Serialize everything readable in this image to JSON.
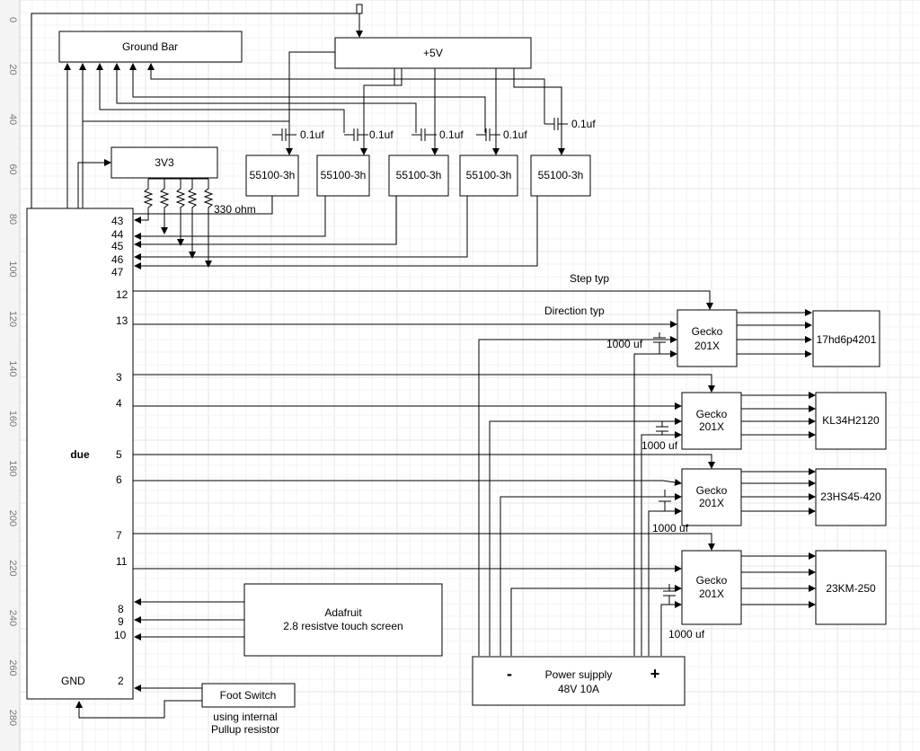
{
  "ruler": {
    "ticks": [
      "0",
      "20",
      "40",
      "60",
      "80",
      "100",
      "120",
      "140",
      "160",
      "180",
      "200",
      "220",
      "240",
      "260",
      "280"
    ]
  },
  "blocks": {
    "ground_bar": "Ground Bar",
    "plus5v": "+5V",
    "v3v3": "3V3",
    "due": "due",
    "due_gnd": "GND",
    "adafruit_line1": "Adafruit",
    "adafruit_line2": "2.8 resistve touch screen",
    "foot_switch": "Foot Switch",
    "foot_note_line1": "using internal",
    "foot_note_line2": "Pullup resistor",
    "power_line1": "Power sujpply",
    "power_line2": "48V 10A",
    "power_minus": "-",
    "power_plus": "+",
    "optos": [
      "55100-3h",
      "55100-3h",
      "55100-3h",
      "55100-3h",
      "55100-3h"
    ],
    "caps_small": [
      "0.1uf",
      "0.1uf",
      "0.1uf",
      "0.1uf",
      "0.1uf"
    ],
    "resistor_label": "330 ohm",
    "gecko_line1": "Gecko",
    "gecko_line2": "201X",
    "motors": [
      "17hd6p4201",
      "KL34H2120",
      "23HS45-420",
      "23KM-250"
    ],
    "caps_big": [
      "1000 uf",
      "1000 uf",
      "1000 uf",
      "1000 uf"
    ],
    "step_label": "Step typ",
    "dir_label": "Direction typ"
  },
  "pins": [
    "43",
    "44",
    "45",
    "46",
    "47",
    "12",
    "13",
    "3",
    "4",
    "5",
    "6",
    "7",
    "11",
    "8",
    "9",
    "10",
    "2"
  ]
}
